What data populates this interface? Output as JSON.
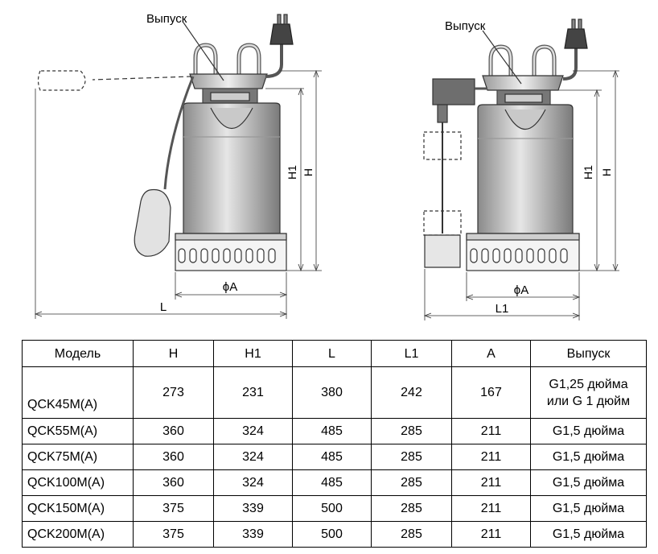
{
  "drawing_labels": {
    "left": {
      "outlet": "Выпуск",
      "h1": "H1",
      "h": "H",
      "diameter": "ϕA",
      "length": "L"
    },
    "right": {
      "outlet": "Выпуск",
      "h1": "H1",
      "h": "H",
      "diameter": "ϕA",
      "length": "L1"
    }
  },
  "table": {
    "headers": [
      "Модель",
      "H",
      "H1",
      "L",
      "L1",
      "A",
      "Выпуск"
    ],
    "rows": [
      {
        "model": "QCK45M(A)",
        "h": "273",
        "h1": "231",
        "l": "380",
        "l1": "242",
        "a": "167",
        "outlet_line1": "G1,25 дюйма",
        "outlet_line2": "или G 1 дюйм"
      },
      {
        "model": "QCK55M(A)",
        "h": "360",
        "h1": "324",
        "l": "485",
        "l1": "285",
        "a": "211",
        "outlet": "G1,5 дюйма"
      },
      {
        "model": "QCK75M(A)",
        "h": "360",
        "h1": "324",
        "l": "485",
        "l1": "285",
        "a": "211",
        "outlet": "G1,5 дюйма"
      },
      {
        "model": "QCK100M(A)",
        "h": "360",
        "h1": "324",
        "l": "485",
        "l1": "285",
        "a": "211",
        "outlet": "G1,5 дюйма"
      },
      {
        "model": "QCK150M(A)",
        "h": "375",
        "h1": "339",
        "l": "500",
        "l1": "285",
        "a": "211",
        "outlet": "G1,5 дюйма"
      },
      {
        "model": "QCK200M(A)",
        "h": "375",
        "h1": "339",
        "l": "500",
        "l1": "285",
        "a": "211",
        "outlet": "G1,5 дюйма"
      }
    ]
  }
}
